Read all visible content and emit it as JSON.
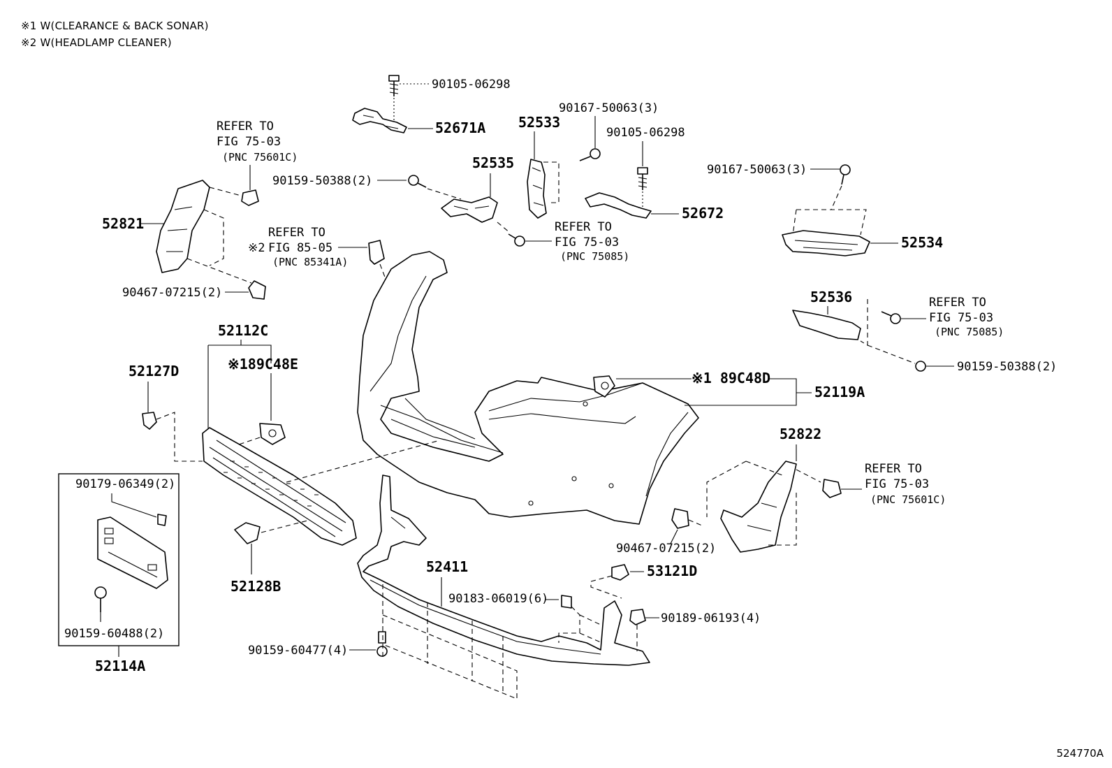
{
  "notes": [
    "※1 W(CLEARANCE & BACK SONAR)",
    "※2 W(HEADLAMP CLEANER)"
  ],
  "figure_id": "524770A",
  "callouts": {
    "c90105_06298_top": "90105-06298",
    "c52671A": "52671A",
    "c90167_50063_a": "90167-50063(3)",
    "c90105_06298_mid": "90105-06298",
    "c52533": "52533",
    "c52535": "52535",
    "c90159_50388_a": "90159-50388(2)",
    "c52672": "52672",
    "c90167_50063_b": "90167-50063(3)",
    "c52534": "52534",
    "c52821": "52821",
    "c90467_07215_a": "90467-07215(2)",
    "c52112C": "52112C",
    "c89C48E": "※189C48E",
    "c52127D": "52127D",
    "c52536": "52536",
    "c90159_50388_b": "90159-50388(2)",
    "c89C48D": "※1 89C48D",
    "c52119A": "52119A",
    "c52822": "52822",
    "c90467_07215_b": "90467-07215(2)",
    "c90179_06349": "90179-06349(2)",
    "c90159_60488": "90159-60488(2)",
    "c52114A": "52114A",
    "c52128B": "52128B",
    "c52411": "52411",
    "c90183_06019": "90183-06019(6)",
    "c53121D": "53121D",
    "c90189_06193": "90189-06193(4)",
    "c90159_60477": "90159-60477(4)"
  },
  "refs": {
    "r1": {
      "l1": "REFER TO",
      "l2": "FIG 75-03",
      "l3": "(PNC 75601C)"
    },
    "r2": {
      "prefix": "※2",
      "l1": "REFER TO",
      "l2": "FIG 85-05",
      "l3": "(PNC 85341A)"
    },
    "r3": {
      "l1": "REFER TO",
      "l2": "FIG 75-03",
      "l3": "(PNC 75085)"
    },
    "r4": {
      "l1": "REFER TO",
      "l2": "FIG 75-03",
      "l3": "(PNC 75085)"
    },
    "r5": {
      "l1": "REFER TO",
      "l2": "FIG 75-03",
      "l3": "(PNC 75601C)"
    }
  }
}
